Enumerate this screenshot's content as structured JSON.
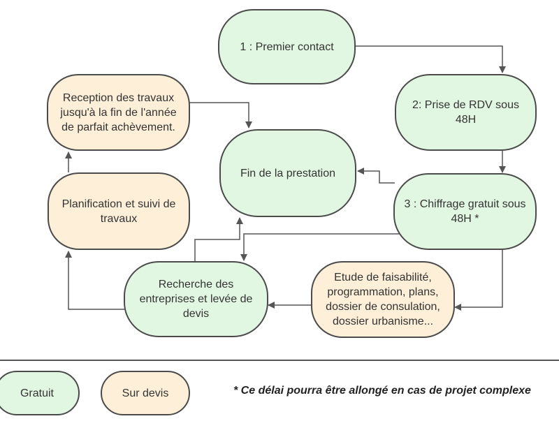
{
  "diagram": {
    "nodes": [
      {
        "id": "premier-contact",
        "label": "1 : Premier contact",
        "kind": "gratuit"
      },
      {
        "id": "prise-rdv",
        "label": "2: Prise de RDV sous\n48H",
        "kind": "gratuit"
      },
      {
        "id": "chiffrage",
        "label": "3 : Chiffrage gratuit sous\n48H *",
        "kind": "gratuit"
      },
      {
        "id": "fin-prestation",
        "label": "Fin de la prestation",
        "kind": "gratuit"
      },
      {
        "id": "etude-faisabilite",
        "label": "Etude de faisabilité,\nprogrammation, plans,\ndossier de consulation,\ndossier urbanisme...",
        "kind": "sur-devis"
      },
      {
        "id": "recherche-entreprises",
        "label": "Recherche des\nentreprises et levée de\ndevis",
        "kind": "gratuit"
      },
      {
        "id": "planification",
        "label": "Planification  et suivi de\ntravaux",
        "kind": "sur-devis"
      },
      {
        "id": "reception-travaux",
        "label": "Reception des travaux\njusqu'à la fin de l'année\nde parfait achèvement.",
        "kind": "sur-devis"
      }
    ],
    "edges": [
      {
        "from": "premier-contact",
        "to": "prise-rdv"
      },
      {
        "from": "prise-rdv",
        "to": "chiffrage"
      },
      {
        "from": "chiffrage",
        "to": "fin-prestation"
      },
      {
        "from": "chiffrage",
        "to": "recherche-entreprises"
      },
      {
        "from": "chiffrage",
        "to": "etude-faisabilite"
      },
      {
        "from": "etude-faisabilite",
        "to": "recherche-entreprises"
      },
      {
        "from": "recherche-entreprises",
        "to": "fin-prestation"
      },
      {
        "from": "recherche-entreprises",
        "to": "planification"
      },
      {
        "from": "planification",
        "to": "reception-travaux"
      },
      {
        "from": "reception-travaux",
        "to": "fin-prestation"
      }
    ]
  },
  "legend": {
    "gratuit_label": "Gratuit",
    "sur_devis_label": "Sur devis",
    "note": "*  Ce délai pourra être allongé en cas de projet complexe"
  },
  "colors": {
    "gratuit": "#e2f7e1",
    "sur_devis": "#fdefd8",
    "stroke": "#4b4b4b",
    "arrow": "#555555"
  }
}
